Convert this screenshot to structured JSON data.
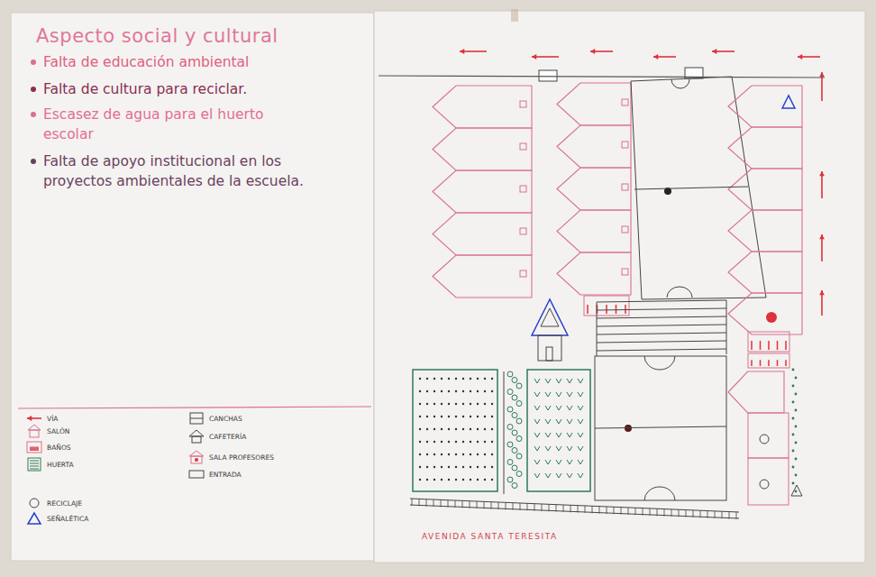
{
  "diagram": {
    "title": "Aspecto social y cultural",
    "labels": [
      "Falta de educación ambiental",
      "Falta de cultura para reciclar.",
      "Escasez de agua para el huerto escolar",
      "Falta de apoyo institucional en los proyectos ambientales de la escuela.",
      "AVENIDA SANTA TERESITA"
    ],
    "legend": [
      {
        "text": "VÍA"
      },
      {
        "text": "SALÓN"
      },
      {
        "text": "BAÑOS"
      },
      {
        "text": "HUERTA"
      },
      {
        "text": "RECICLAJE"
      },
      {
        "text": "SEÑALÉTICA"
      },
      {
        "text": "CANCHAS"
      },
      {
        "text": "CAFETERÍA"
      },
      {
        "text": "SALA PROFESORES"
      },
      {
        "text": "ENTRADA"
      }
    ]
  }
}
